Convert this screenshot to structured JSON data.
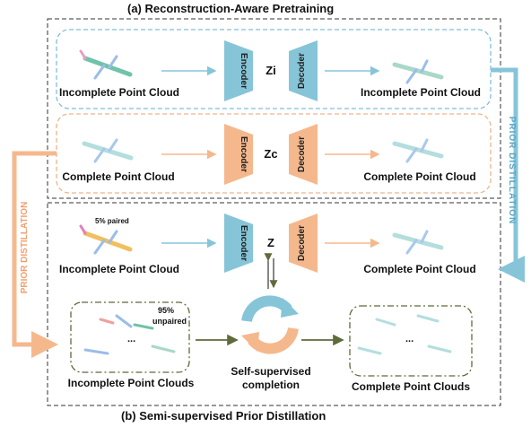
{
  "title_top": "(a)  Reconstruction-Aware Pretraining",
  "title_bottom": "(b) Semi-supervised Prior Distillation",
  "row1": {
    "left_label": "Incomplete Point Cloud",
    "encoder": "Encoder",
    "latent": "Zi",
    "decoder": "Decoder",
    "right_label": "Incomplete Point Cloud"
  },
  "row2": {
    "left_label": "Complete Point Cloud",
    "encoder": "Encoder",
    "latent": "Zc",
    "decoder": "Decoder",
    "right_label": "Complete Point Cloud"
  },
  "row3": {
    "paired_note": "5% paired",
    "left_label": "Incomplete Point Cloud",
    "encoder": "Encoder",
    "latent": "Z",
    "decoder": "Decoder",
    "right_label": "Complete Point Cloud"
  },
  "row4": {
    "unpaired_pct": "95%",
    "unpaired_word": "unpaired",
    "left_label": "Incomplete Point Clouds",
    "ellipsis": "...",
    "center_line1": "Self-supervised",
    "center_line2": "completion",
    "right_label": "Complete Point Clouds"
  },
  "side_left": "PRIOR DISTILLATION",
  "side_right": "PRIOR DISTILLATION",
  "colors": {
    "blue": "#86c5d8",
    "orange": "#f5b88d",
    "dash_blue": "#7fbfdc",
    "dash_orange": "#f0b48a",
    "green": "#5f6b3a"
  },
  "icons": [
    "airplane-point-cloud",
    "cycle-arrows-icon"
  ]
}
